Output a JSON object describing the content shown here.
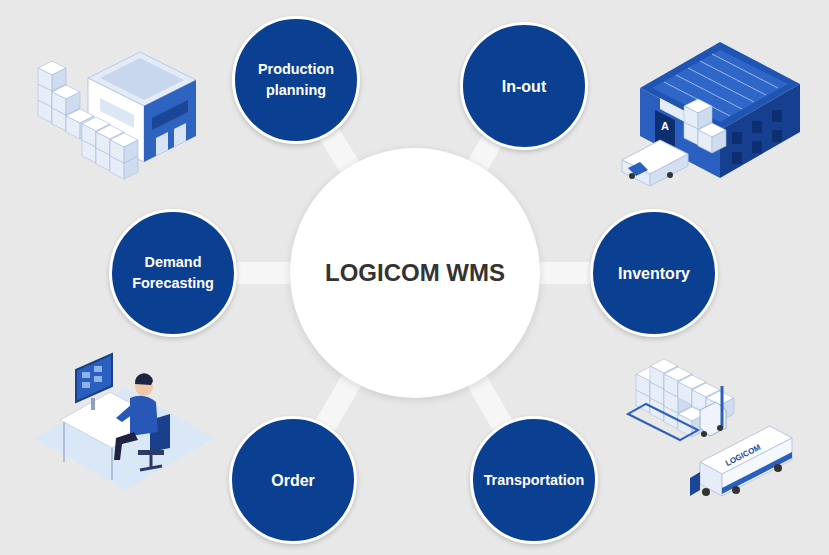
{
  "diagram": {
    "nodes": [
      {
        "text": [
          "Production planning"
        ]
      },
      {
        "text": [
          "In-out"
        ]
      },
      {
        "text": [
          "Demand Forecasting"
        ]
      },
      {
        "text": [
          "LOGICOM WMS"
        ]
      },
      {
        "text": [
          "Inventory"
        ]
      },
      {
        "text": [
          "Order"
        ]
      },
      {
        "text": [
          "Transportation"
        ]
      }
    ],
    "edges": [
      {
        "from": 3,
        "to": 0,
        "arrow": "none"
      },
      {
        "from": 3,
        "to": 1,
        "arrow": "none"
      },
      {
        "from": 3,
        "to": 2,
        "arrow": "none"
      },
      {
        "from": 3,
        "to": 4,
        "arrow": "none"
      },
      {
        "from": 3,
        "to": 5,
        "arrow": "none"
      },
      {
        "from": 3,
        "to": 6,
        "arrow": "none"
      }
    ],
    "labels": [
      "A",
      "LOGICOM"
    ]
  }
}
